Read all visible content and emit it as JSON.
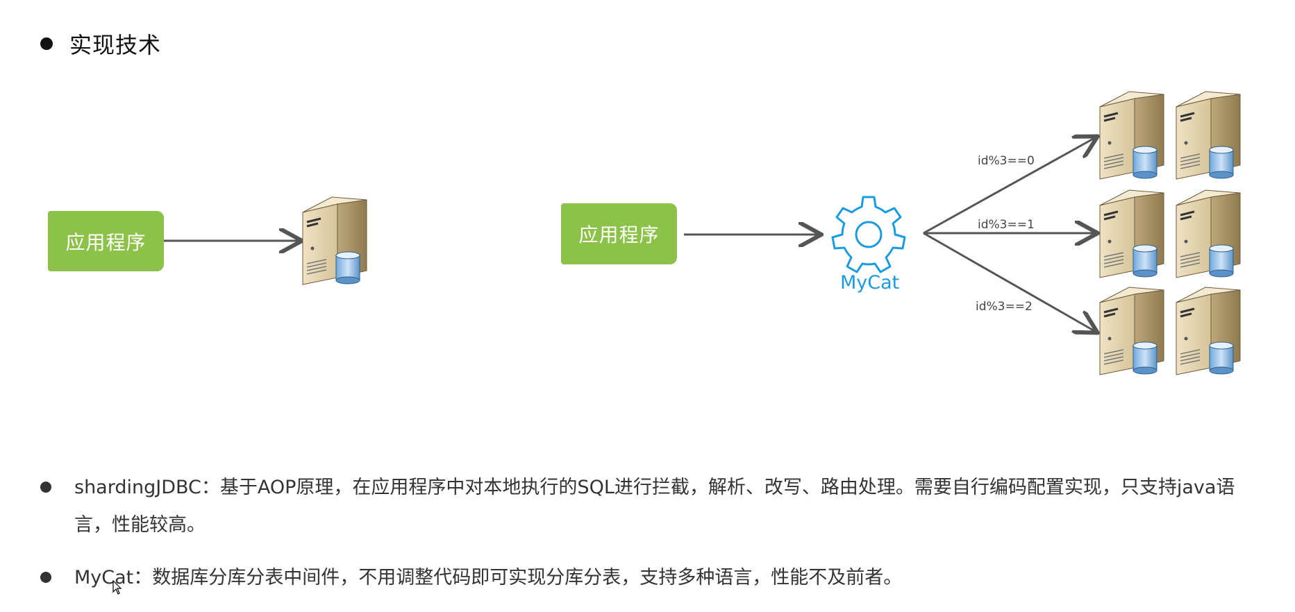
{
  "heading": {
    "text": "实现技术"
  },
  "diagram": {
    "app_label_left": "应用程序",
    "app_label_right": "应用程序",
    "middleware_label": "MyCat",
    "routing_rules": [
      "id%3==0",
      "id%3==1",
      "id%3==2"
    ],
    "colors": {
      "app_box": "#8dc24a",
      "mycat": "#1a9be0",
      "arrow": "#555555"
    }
  },
  "descriptions": [
    {
      "text": "shardingJDBC：基于AOP原理，在应用程序中对本地执行的SQL进行拦截，解析、改写、路由处理。需要自行编码配置实现，只支持java语言，性能较高。"
    },
    {
      "text": "MyCat：数据库分库分表中间件，不用调整代码即可实现分库分表，支持多种语言，性能不及前者。"
    }
  ]
}
